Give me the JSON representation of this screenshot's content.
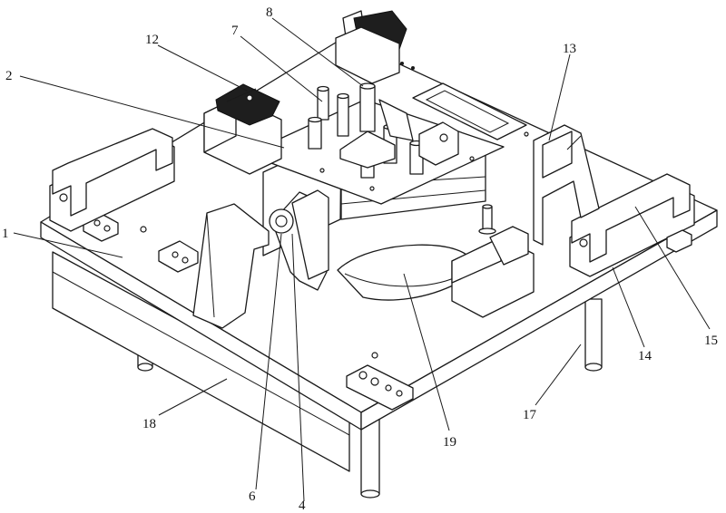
{
  "labels": {
    "l1": "1",
    "l2": "2",
    "l4": "4",
    "l6": "6",
    "l7": "7",
    "l8": "8",
    "l12": "12",
    "l13": "13",
    "l14": "14",
    "l15": "15",
    "l17": "17",
    "l18": "18",
    "l19": "19"
  },
  "colors": {
    "line": "#1a1a1a",
    "background": "#ffffff"
  }
}
